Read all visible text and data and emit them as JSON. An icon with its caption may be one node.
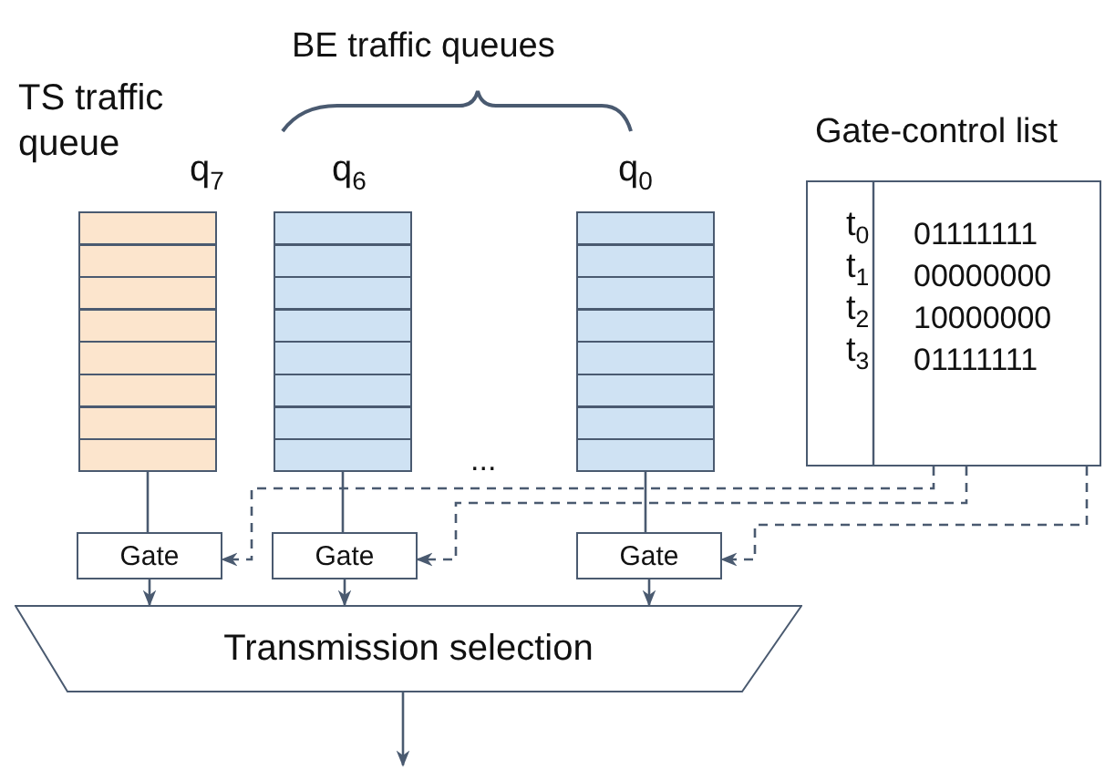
{
  "diagram": {
    "nodes": [
      {
        "text": [],
        "shape": "box",
        "beside": [
          "q$_{7}$"
        ]
      },
      {
        "text": [],
        "shape": "box",
        "beside": [
          "q$_{6}$"
        ]
      },
      {
        "text": [],
        "shape": "box",
        "beside": [
          "q$_{0}$"
        ]
      },
      {
        "text": [
          "Gate"
        ]
      },
      {
        "text": [
          "Gate"
        ]
      },
      {
        "text": [
          "Gate"
        ]
      },
      {
        "text": [
          "Gate-control list"
        ]
      },
      {
        "text": [
          "Transmission selection"
        ]
      }
    ],
    "edges": [
      {
        "from": 0,
        "to": 3,
        "arrow": "none"
      },
      {
        "from": 1,
        "to": 4,
        "arrow": "none"
      },
      {
        "from": 2,
        "to": 5,
        "arrow": "none"
      },
      {
        "from": 6,
        "to": 3,
        "arrow": "to",
        "style": "dashed"
      },
      {
        "from": 6,
        "to": 4,
        "arrow": "to",
        "style": "dashed"
      },
      {
        "from": 6,
        "to": 5,
        "arrow": "to",
        "style": "dashed"
      },
      {
        "from": 3,
        "to": 7,
        "arrow": "to"
      },
      {
        "from": 4,
        "to": 7,
        "arrow": "to"
      },
      {
        "from": 5,
        "to": 7,
        "arrow": "to"
      },
      {
        "from": 7,
        "to": null,
        "arrow": "to"
      }
    ],
    "labels": [
      "BE traffic queues",
      "TS traffic queue",
      "t$_{0}$",
      "01111111",
      "t$_{1}$",
      "00000000",
      "t$_{2}$",
      "10000000",
      "t$_{3}$",
      "01111111",
      "..."
    ]
  }
}
